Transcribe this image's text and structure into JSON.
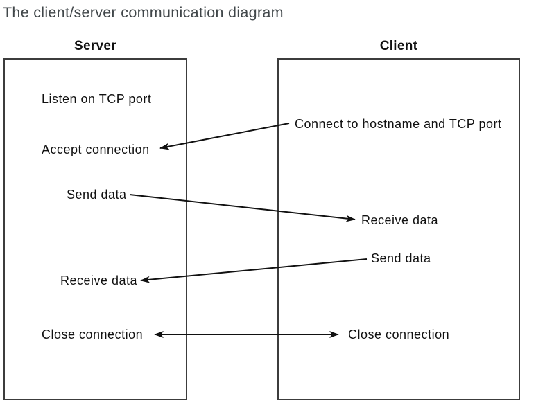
{
  "title": "The client/server communication diagram",
  "server": {
    "label": "Server",
    "steps": [
      "Listen on TCP port",
      "Accept connection",
      "Send data",
      "Receive data",
      "Close connection"
    ]
  },
  "client": {
    "label": "Client",
    "steps": [
      "Connect to hostname and TCP port",
      "Receive data",
      "Send data",
      "Close connection"
    ]
  },
  "arrows": [
    {
      "from": "client:Connect to hostname and TCP port",
      "to": "server:Accept connection",
      "direction": "client-to-server"
    },
    {
      "from": "server:Send data",
      "to": "client:Receive data",
      "direction": "server-to-client"
    },
    {
      "from": "client:Send data",
      "to": "server:Receive data",
      "direction": "client-to-server"
    },
    {
      "from": "server:Close connection",
      "to": "client:Close connection",
      "direction": "bidirectional"
    }
  ],
  "colors": {
    "background": "#ffffff",
    "title_text": "#41474a",
    "diagram_text": "#111111",
    "box_border": "#3c3c3c",
    "arrow": "#111111"
  }
}
